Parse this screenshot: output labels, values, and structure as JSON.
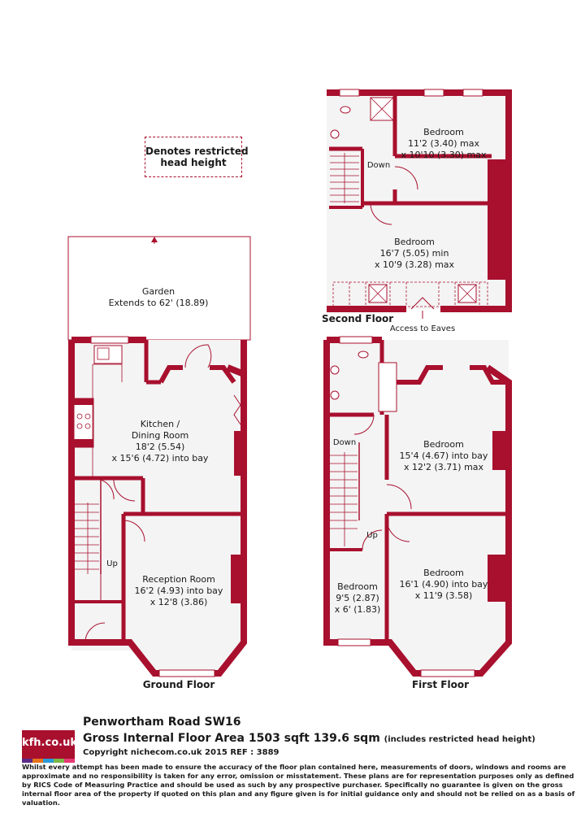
{
  "legend": {
    "line1": "Denotes restricted",
    "line2": "head height"
  },
  "second_floor": {
    "title": "Second Floor",
    "bedroom_a": {
      "name": "Bedroom",
      "dim1": "11'2 (3.40) max",
      "dim2": "x 10'10 (3.30) max"
    },
    "bedroom_b": {
      "name": "Bedroom",
      "dim1": "16'7 (5.05) min",
      "dim2": "x 10'9 (3.28) max"
    },
    "down_label": "Down",
    "eaves_label": "Access to Eaves"
  },
  "ground_floor": {
    "title": "Ground Floor",
    "garden": {
      "name": "Garden",
      "dim1": "Extends to 62' (18.89)"
    },
    "kitchen": {
      "name1": "Kitchen /",
      "name2": "Dining Room",
      "dim1": "18'2 (5.54)",
      "dim2": "x 15'6 (4.72) into bay"
    },
    "reception": {
      "name": "Reception Room",
      "dim1": "16'2 (4.93) into bay",
      "dim2": "x 12'8 (3.86)"
    },
    "up_label": "Up"
  },
  "first_floor": {
    "title": "First Floor",
    "bedroom_front": {
      "name": "Bedroom",
      "dim1": "15'4 (4.67) into bay",
      "dim2": "x 12'2 (3.71) max"
    },
    "bedroom_rear": {
      "name": "Bedroom",
      "dim1": "16'1 (4.90) into bay",
      "dim2": "x 11'9 (3.58)"
    },
    "bedroom_small": {
      "name": "Bedroom",
      "dim1": "9'5 (2.87)",
      "dim2": "x 6' (1.83)"
    },
    "down_label": "Down",
    "up_label": "Up"
  },
  "footer": {
    "logo_text": "kfh.co.uk",
    "logo_colors": [
      "#5b2a86",
      "#e8731a",
      "#2a9bd6",
      "#7ab648",
      "#e63976"
    ],
    "address": "Penwortham Road  SW16",
    "area": "Gross Internal Floor Area 1503 sqft 139.6 sqm",
    "area_note": "(includes restricted head height)",
    "copyright": "Copyright nichecom.co.uk 2015 REF : 3889",
    "disclaimer": "Whilst every attempt has been made to ensure the accuracy of the floor plan contained here, measurements of doors, windows and rooms are approximate and no responsibility is taken for any error, omission or misstatement.  These plans are for representation purposes only as defined by RICS Code of Measuring Practice and should be used as such by any prospective purchaser.  Specifically no guarantee is given on the gross internal floor area of the property if quoted on this plan and any figure given is for initial guidance only and should not be relied on as a basis of valuation."
  },
  "colors": {
    "wall": "#a8102e",
    "floor": "#f4f4f4",
    "garden_border": "#a8102e"
  }
}
